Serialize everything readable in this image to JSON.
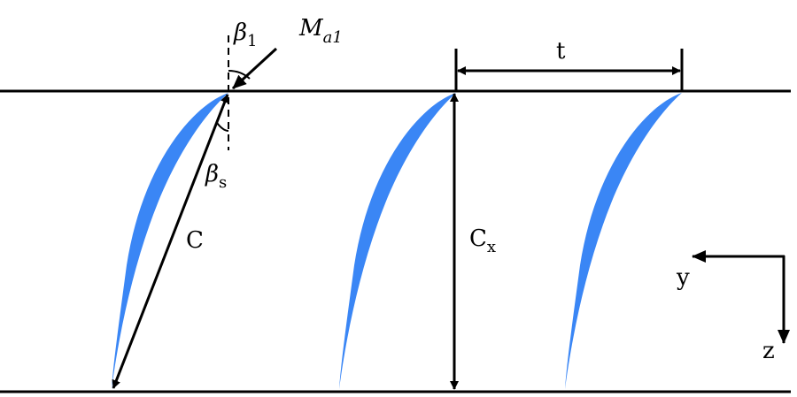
{
  "colors": {
    "blade": "#3a86f5",
    "line": "#000000"
  },
  "labels": {
    "mach": "M",
    "mach_sub": "a1",
    "beta1": "β",
    "beta1_sub": "1",
    "betas": "β",
    "betas_sub": "s",
    "chord": "C",
    "axial_chord": "C",
    "axial_chord_sub": "x",
    "pitch": "t",
    "axis_y": "y",
    "axis_z": "z"
  }
}
